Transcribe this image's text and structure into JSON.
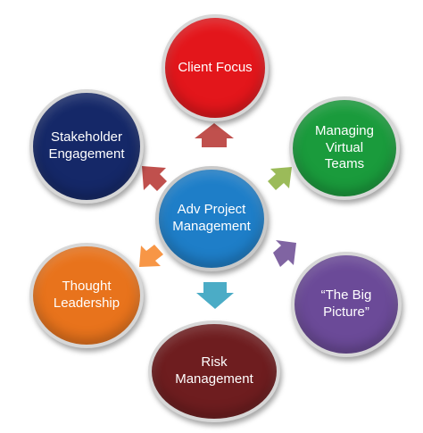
{
  "diagram": {
    "center": {
      "label": "Adv Project\nManagement",
      "color": "#1e7ec8"
    },
    "nodes": [
      {
        "id": "client",
        "label": "Client Focus",
        "color": "#e3161b"
      },
      {
        "id": "stake",
        "label": "Stakeholder\nEngagement",
        "color": "#152868"
      },
      {
        "id": "virtual",
        "label": "Managing\nVirtual\nTeams",
        "color": "#1a9b3c"
      },
      {
        "id": "thought",
        "label": "Thought\nLeadership",
        "color": "#e8731c"
      },
      {
        "id": "bigpic",
        "label": "“The Big\nPicture”",
        "color": "#6b4a98"
      },
      {
        "id": "risk",
        "label": "Risk\nManagement",
        "color": "#6e1d1f"
      }
    ],
    "arrows": [
      {
        "target": "client",
        "color": "#c0504d"
      },
      {
        "target": "stake",
        "color": "#c0504d"
      },
      {
        "target": "virtual",
        "color": "#9bbb59"
      },
      {
        "target": "thought",
        "color": "#f79646"
      },
      {
        "target": "bigpic",
        "color": "#8064a2"
      },
      {
        "target": "risk",
        "color": "#4bacc6"
      }
    ]
  }
}
